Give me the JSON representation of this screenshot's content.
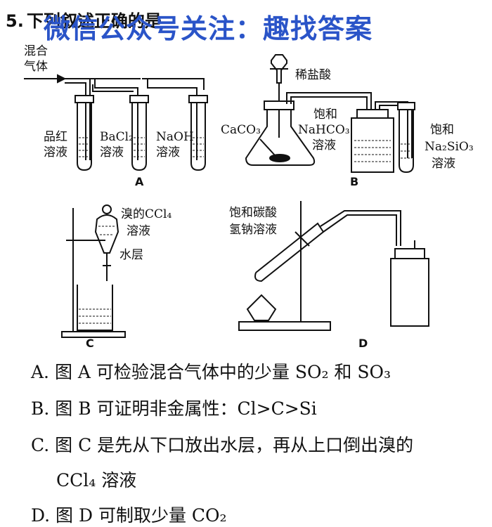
{
  "question": {
    "number": "5.",
    "stem": "下列叙述正确的是",
    "watermark": "微信公众号关注：趣找答案"
  },
  "figure": {
    "A": {
      "caption": "A",
      "inlet_label_1": "混合",
      "inlet_label_2": "气体",
      "tube1_line1": "品红",
      "tube1_line2": "溶液",
      "tube2_line1": "BaCl₂",
      "tube2_line2": "溶液",
      "tube3_line1": "NaOH",
      "tube3_line2": "溶液"
    },
    "B": {
      "caption": "B",
      "acid": "稀盐酸",
      "solid": "CaCO₃",
      "bottle1_line1": "饱和",
      "bottle1_line2": "NaHCO₃",
      "bottle1_line3": "溶液",
      "tube_line1": "饱和",
      "tube_line2": "Na₂SiO₃",
      "tube_line3": "溶液"
    },
    "C": {
      "caption": "C",
      "top_line1": "溴的CCl₄",
      "top_line2": "溶液",
      "water_layer": "水层"
    },
    "D": {
      "caption": "D",
      "reagent_line1": "饱和碳酸",
      "reagent_line2": "氢钠溶液"
    }
  },
  "options": [
    {
      "text": "A. 图 A 可检验混合气体中的少量 SO₂ 和 SO₃"
    },
    {
      "text": "B. 图 B 可证明非金属性：Cl>C>Si"
    },
    {
      "text": "C. 图 C 是先从下口放出水层，再从上口倒出溴的"
    },
    {
      "text": "CCl₄ 溶液"
    },
    {
      "text": "D. 图 D 可制取少量 CO₂"
    }
  ]
}
